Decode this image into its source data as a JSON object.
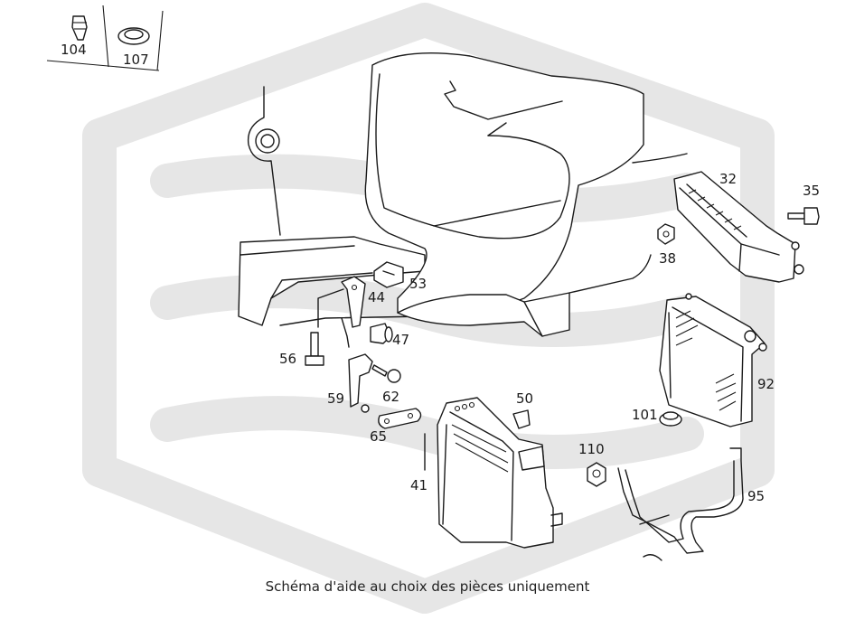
{
  "caption": "Schéma d'aide au choix des pièces uniquement",
  "parts": [
    {
      "id": "p104",
      "label": "104"
    },
    {
      "id": "p107",
      "label": "107"
    },
    {
      "id": "p32",
      "label": "32"
    },
    {
      "id": "p35",
      "label": "35"
    },
    {
      "id": "p38",
      "label": "38"
    },
    {
      "id": "p53",
      "label": "53"
    },
    {
      "id": "p44",
      "label": "44"
    },
    {
      "id": "p47",
      "label": "47"
    },
    {
      "id": "p56",
      "label": "56"
    },
    {
      "id": "p62",
      "label": "62"
    },
    {
      "id": "p59",
      "label": "59"
    },
    {
      "id": "p50",
      "label": "50"
    },
    {
      "id": "p65",
      "label": "65"
    },
    {
      "id": "p41",
      "label": "41"
    },
    {
      "id": "p92",
      "label": "92"
    },
    {
      "id": "p101",
      "label": "101"
    },
    {
      "id": "p110",
      "label": "110"
    },
    {
      "id": "p95",
      "label": "95"
    }
  ],
  "colors": {
    "line": "#1a1a1a",
    "watermark": "#e6e6e6",
    "background": "#ffffff"
  }
}
